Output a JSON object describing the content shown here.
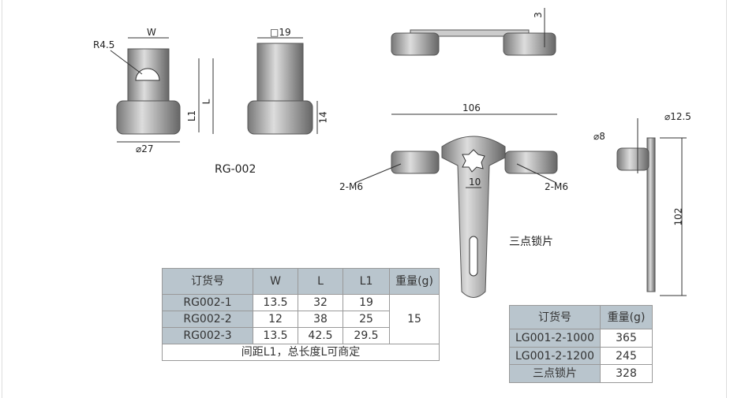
{
  "drawing_labels": {
    "rg_w": "W",
    "rg_radius": "R4.5",
    "rg_square": "□19",
    "rg_l1": "L1",
    "rg_l": "L",
    "rg_height": "14",
    "rg_diameter": "⌀27",
    "rg_model": "RG-002",
    "lock_thickness": "3",
    "lock_width": "106",
    "lock_screw_left": "2-M6",
    "lock_screw_right": "2-M6",
    "lock_hole": "10",
    "lock_name": "三点锁片",
    "side_d1": "⌀12.5",
    "side_d2": "⌀8",
    "side_length": "102"
  },
  "table_rg": {
    "headers": [
      "订货号",
      "W",
      "L",
      "L1",
      "重量(g)"
    ],
    "rows": [
      [
        "RG002-1",
        "13.5",
        "32",
        "19"
      ],
      [
        "RG002-2",
        "12",
        "38",
        "25"
      ],
      [
        "RG002-3",
        "13.5",
        "42.5",
        "29.5"
      ]
    ],
    "weight": "15",
    "note": "间距L1，总长度L可商定"
  },
  "table_lg": {
    "headers": [
      "订货号",
      "重量(g)"
    ],
    "rows": [
      [
        "LG001-2-1000",
        "365"
      ],
      [
        "LG001-2-1200",
        "245"
      ],
      [
        "三点锁片",
        "328"
      ]
    ]
  }
}
